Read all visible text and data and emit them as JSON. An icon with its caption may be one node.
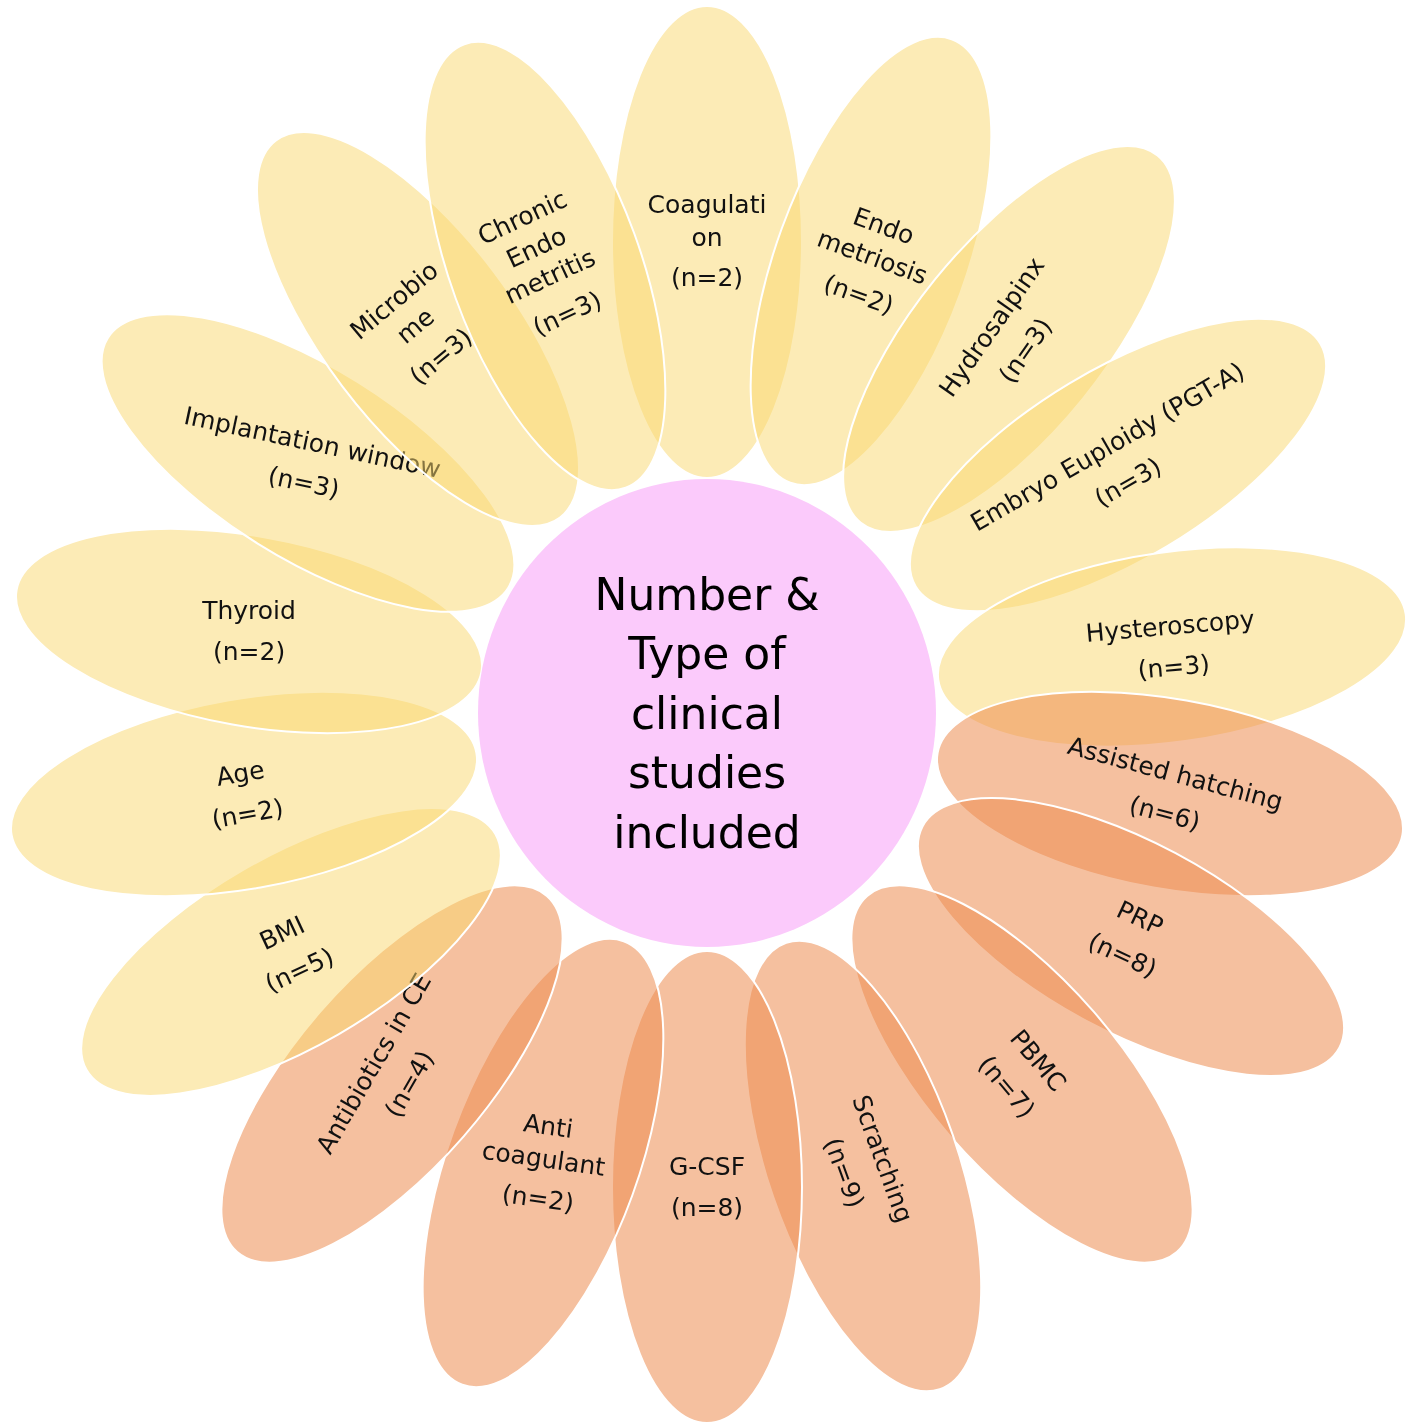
{
  "diagram": {
    "nodes": [
      {
        "text": [
          "Number & Type of clinical studies included"
        ]
      },
      {
        "text": [
          "Coagulati on",
          "(n=2)"
        ]
      },
      {
        "text": [
          "Endo metriosis",
          "(n=2)"
        ]
      },
      {
        "text": [
          "Hydrosalpinx",
          "(n=3)"
        ]
      },
      {
        "text": [
          "Embryo Euploidy (PGT-A)",
          "(n=3)"
        ]
      },
      {
        "text": [
          "Hysteroscopy",
          "(n=3)"
        ]
      },
      {
        "text": [
          "Assisted hatching",
          "(n=6)"
        ]
      },
      {
        "text": [
          "PRP",
          "(n=8)"
        ]
      },
      {
        "text": [
          "PBMC",
          "(n=7)"
        ]
      },
      {
        "text": [
          "Scratching",
          "(n=9)"
        ]
      },
      {
        "text": [
          "G-CSF",
          "(n=8)"
        ]
      },
      {
        "text": [
          "Anti coagulant",
          "(n=2)"
        ]
      },
      {
        "text": [
          "Antibiotics in CE",
          "(n=4)"
        ]
      },
      {
        "text": [
          "BMI",
          "(n=5)"
        ]
      },
      {
        "text": [
          "Age",
          "(n=2)"
        ]
      },
      {
        "text": [
          "Thyroid",
          "(n=2)"
        ]
      },
      {
        "text": [
          "Implantation window",
          "(n=3)"
        ]
      },
      {
        "text": [
          "Microbio me",
          "(n=3)"
        ]
      },
      {
        "text": [
          "Chronic Endo metritis",
          "(n=3)"
        ]
      }
    ],
    "edges": []
  }
}
